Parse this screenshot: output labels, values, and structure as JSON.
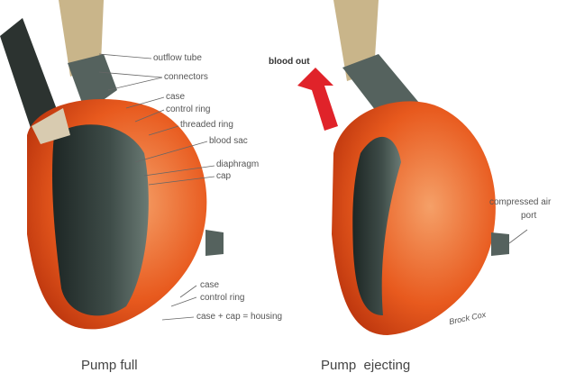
{
  "left_pump": {
    "caption": "Pump full",
    "labels": {
      "outflow_tube": "outflow tube",
      "connectors": "connectors",
      "case": "case",
      "control_ring": "control ring",
      "threaded_ring": "threaded ring",
      "blood_sac": "blood sac",
      "diaphragm": "diaphragm",
      "cap": "cap",
      "case_bottom": "case",
      "control_ring_bottom": "control ring",
      "housing": "case + cap = housing"
    }
  },
  "right_pump": {
    "caption": "Pump  ejecting",
    "labels": {
      "blood_out": "blood out",
      "compressed_air": "compressed air",
      "port": "port"
    },
    "signature": "Brock Cox"
  },
  "colors": {
    "housing": "#e2561c",
    "dark": "#2f3a36",
    "tube": "#c9b58a",
    "connector": "#55625e",
    "arrow": "#e0232a"
  }
}
